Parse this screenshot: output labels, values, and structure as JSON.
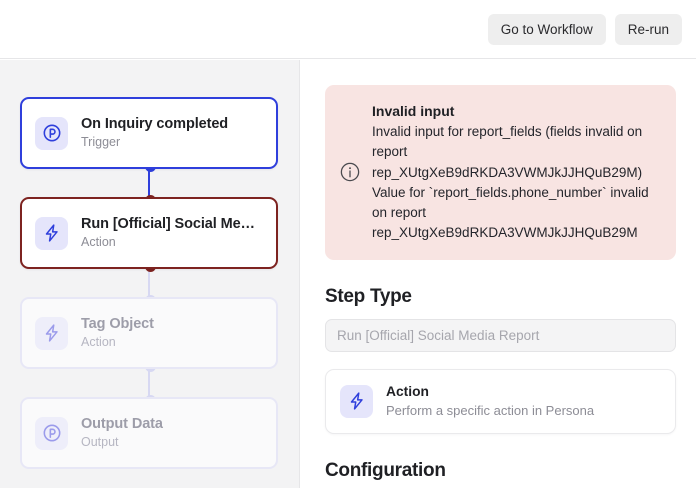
{
  "topbar": {
    "buttons": [
      {
        "label": "Go to Workflow",
        "name": "go-to-workflow-button"
      },
      {
        "label": "Re-run",
        "name": "re-run-button"
      }
    ]
  },
  "workflow": {
    "nodes": [
      {
        "title": "On Inquiry completed",
        "subtitle": "Trigger",
        "icon": "persona-p-icon",
        "state": "selected-trigger"
      },
      {
        "title": "Run [Official] Social Media ...",
        "subtitle": "Action",
        "icon": "lightning-bolt-icon",
        "state": "selected-error"
      },
      {
        "title": "Tag Object",
        "subtitle": "Action",
        "icon": "lightning-bolt-icon",
        "state": "muted"
      },
      {
        "title": "Output Data",
        "subtitle": "Output",
        "icon": "persona-p-icon",
        "state": "muted"
      }
    ]
  },
  "main": {
    "alert": {
      "icon": "info-circle-icon",
      "title": "Invalid input",
      "message": "Invalid input for report_fields (fields invalid on report rep_XUtgXeB9dRKDA3VWMJkJJHQuB29M) Value for `report_fields.phone_number` invalid on report rep_XUtgXeB9dRKDA3VWMJkJJHQuB29M"
    },
    "step_type": {
      "heading": "Step Type",
      "value": "Run [Official] Social Media Report"
    },
    "type_card": {
      "icon": "lightning-bolt-icon",
      "title": "Action",
      "subtitle": "Perform a specific action in Persona"
    },
    "configuration": {
      "heading": "Configuration"
    }
  },
  "colors": {
    "accent_blue": "#2f3fdc",
    "error_maroon": "#7d2320",
    "alert_bg": "#f8e4e2",
    "sidebar_bg": "#f3f3f4",
    "icon_tile_bg": "#e5e5fb"
  }
}
